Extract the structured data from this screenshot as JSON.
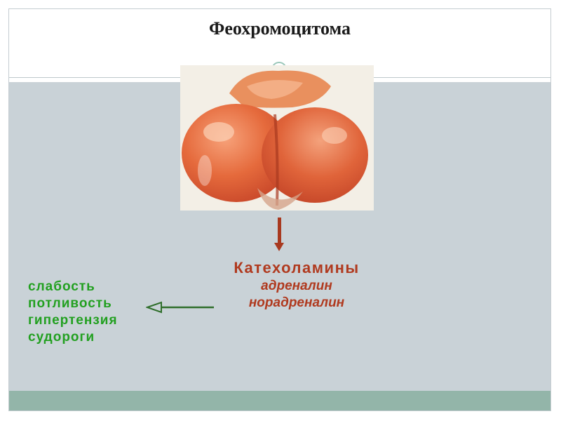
{
  "slide": {
    "title": "Феохромоцитома"
  },
  "image": {
    "description_icon": "tumor-photo",
    "colors": {
      "tissue": "#e56a3c",
      "highlight": "#f7c3a0",
      "background": "#f3efe6"
    }
  },
  "center": {
    "label": "Катехоламины",
    "items": [
      "адреналин",
      "норадреналин"
    ]
  },
  "symptoms": [
    "слабость",
    "потливость",
    "гипертензия",
    "судороги"
  ],
  "colors": {
    "accent_red": "#b03a1f",
    "symptom_green": "#22a020",
    "content_bg": "#c9d2d7",
    "footer_bg": "#93b5a9"
  }
}
